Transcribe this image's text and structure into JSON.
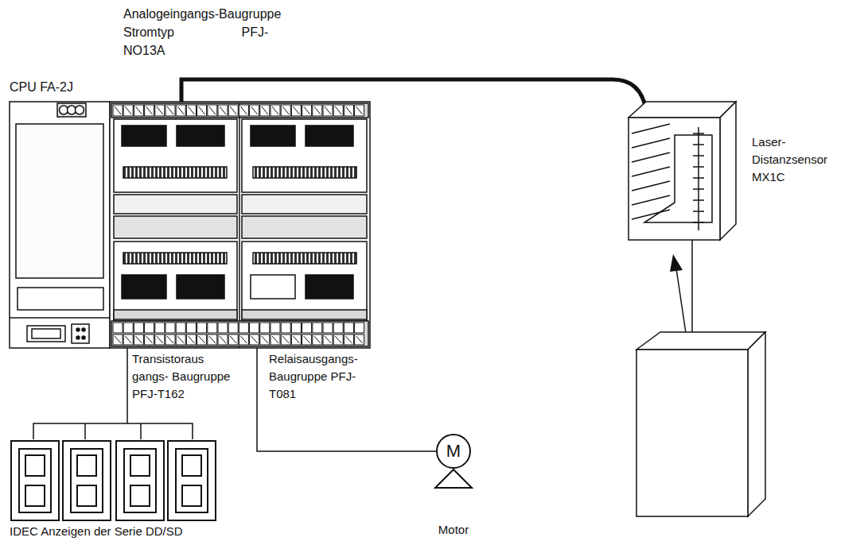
{
  "diagram": {
    "nodes": [
      {
        "text": [
          "M"
        ]
      }
    ],
    "labels": [
      "Analogeingangs-Baugruppe Stromtyp PFJ-NO13A",
      "CPU FA-2J",
      "Laser- Distanzsensor MX1C",
      "Transistoraus gangs- Baugruppe PFJ-T162",
      "Relaisausgangs- Baugruppe PFJ-T081",
      "IDEC Anzeigen der Serie DD/SD",
      "Motor"
    ]
  }
}
